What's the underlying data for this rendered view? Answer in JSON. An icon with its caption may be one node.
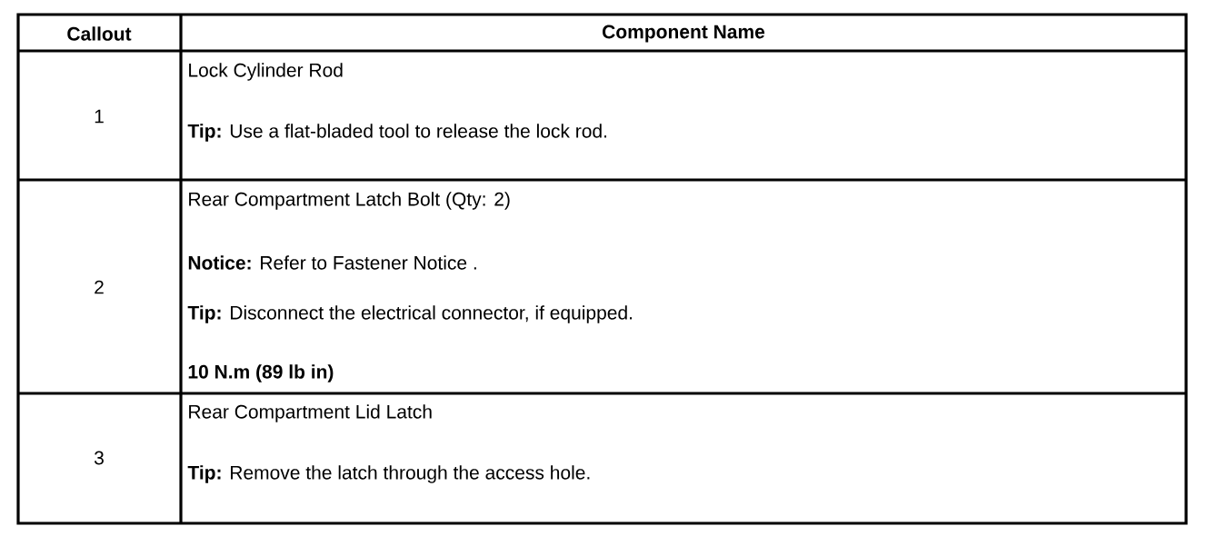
{
  "diagram": {
    "labels": [
      "Callout",
      "Component Name",
      "1",
      "Lock Cylinder Rod",
      "**Tip:** Use a flat-bladed tool to release the lock rod.",
      "2",
      "Rear Compartment Latch Bolt (Qty: 2)",
      "**Notice:** Refer to Fastener Notice .",
      "**Tip:** Disconnect the electrical connector, if equipped.",
      "10 N.m (89 lb in)",
      "3",
      "Rear Compartment Lid Latch",
      "**Tip:** Remove the latch through the access hole."
    ]
  }
}
